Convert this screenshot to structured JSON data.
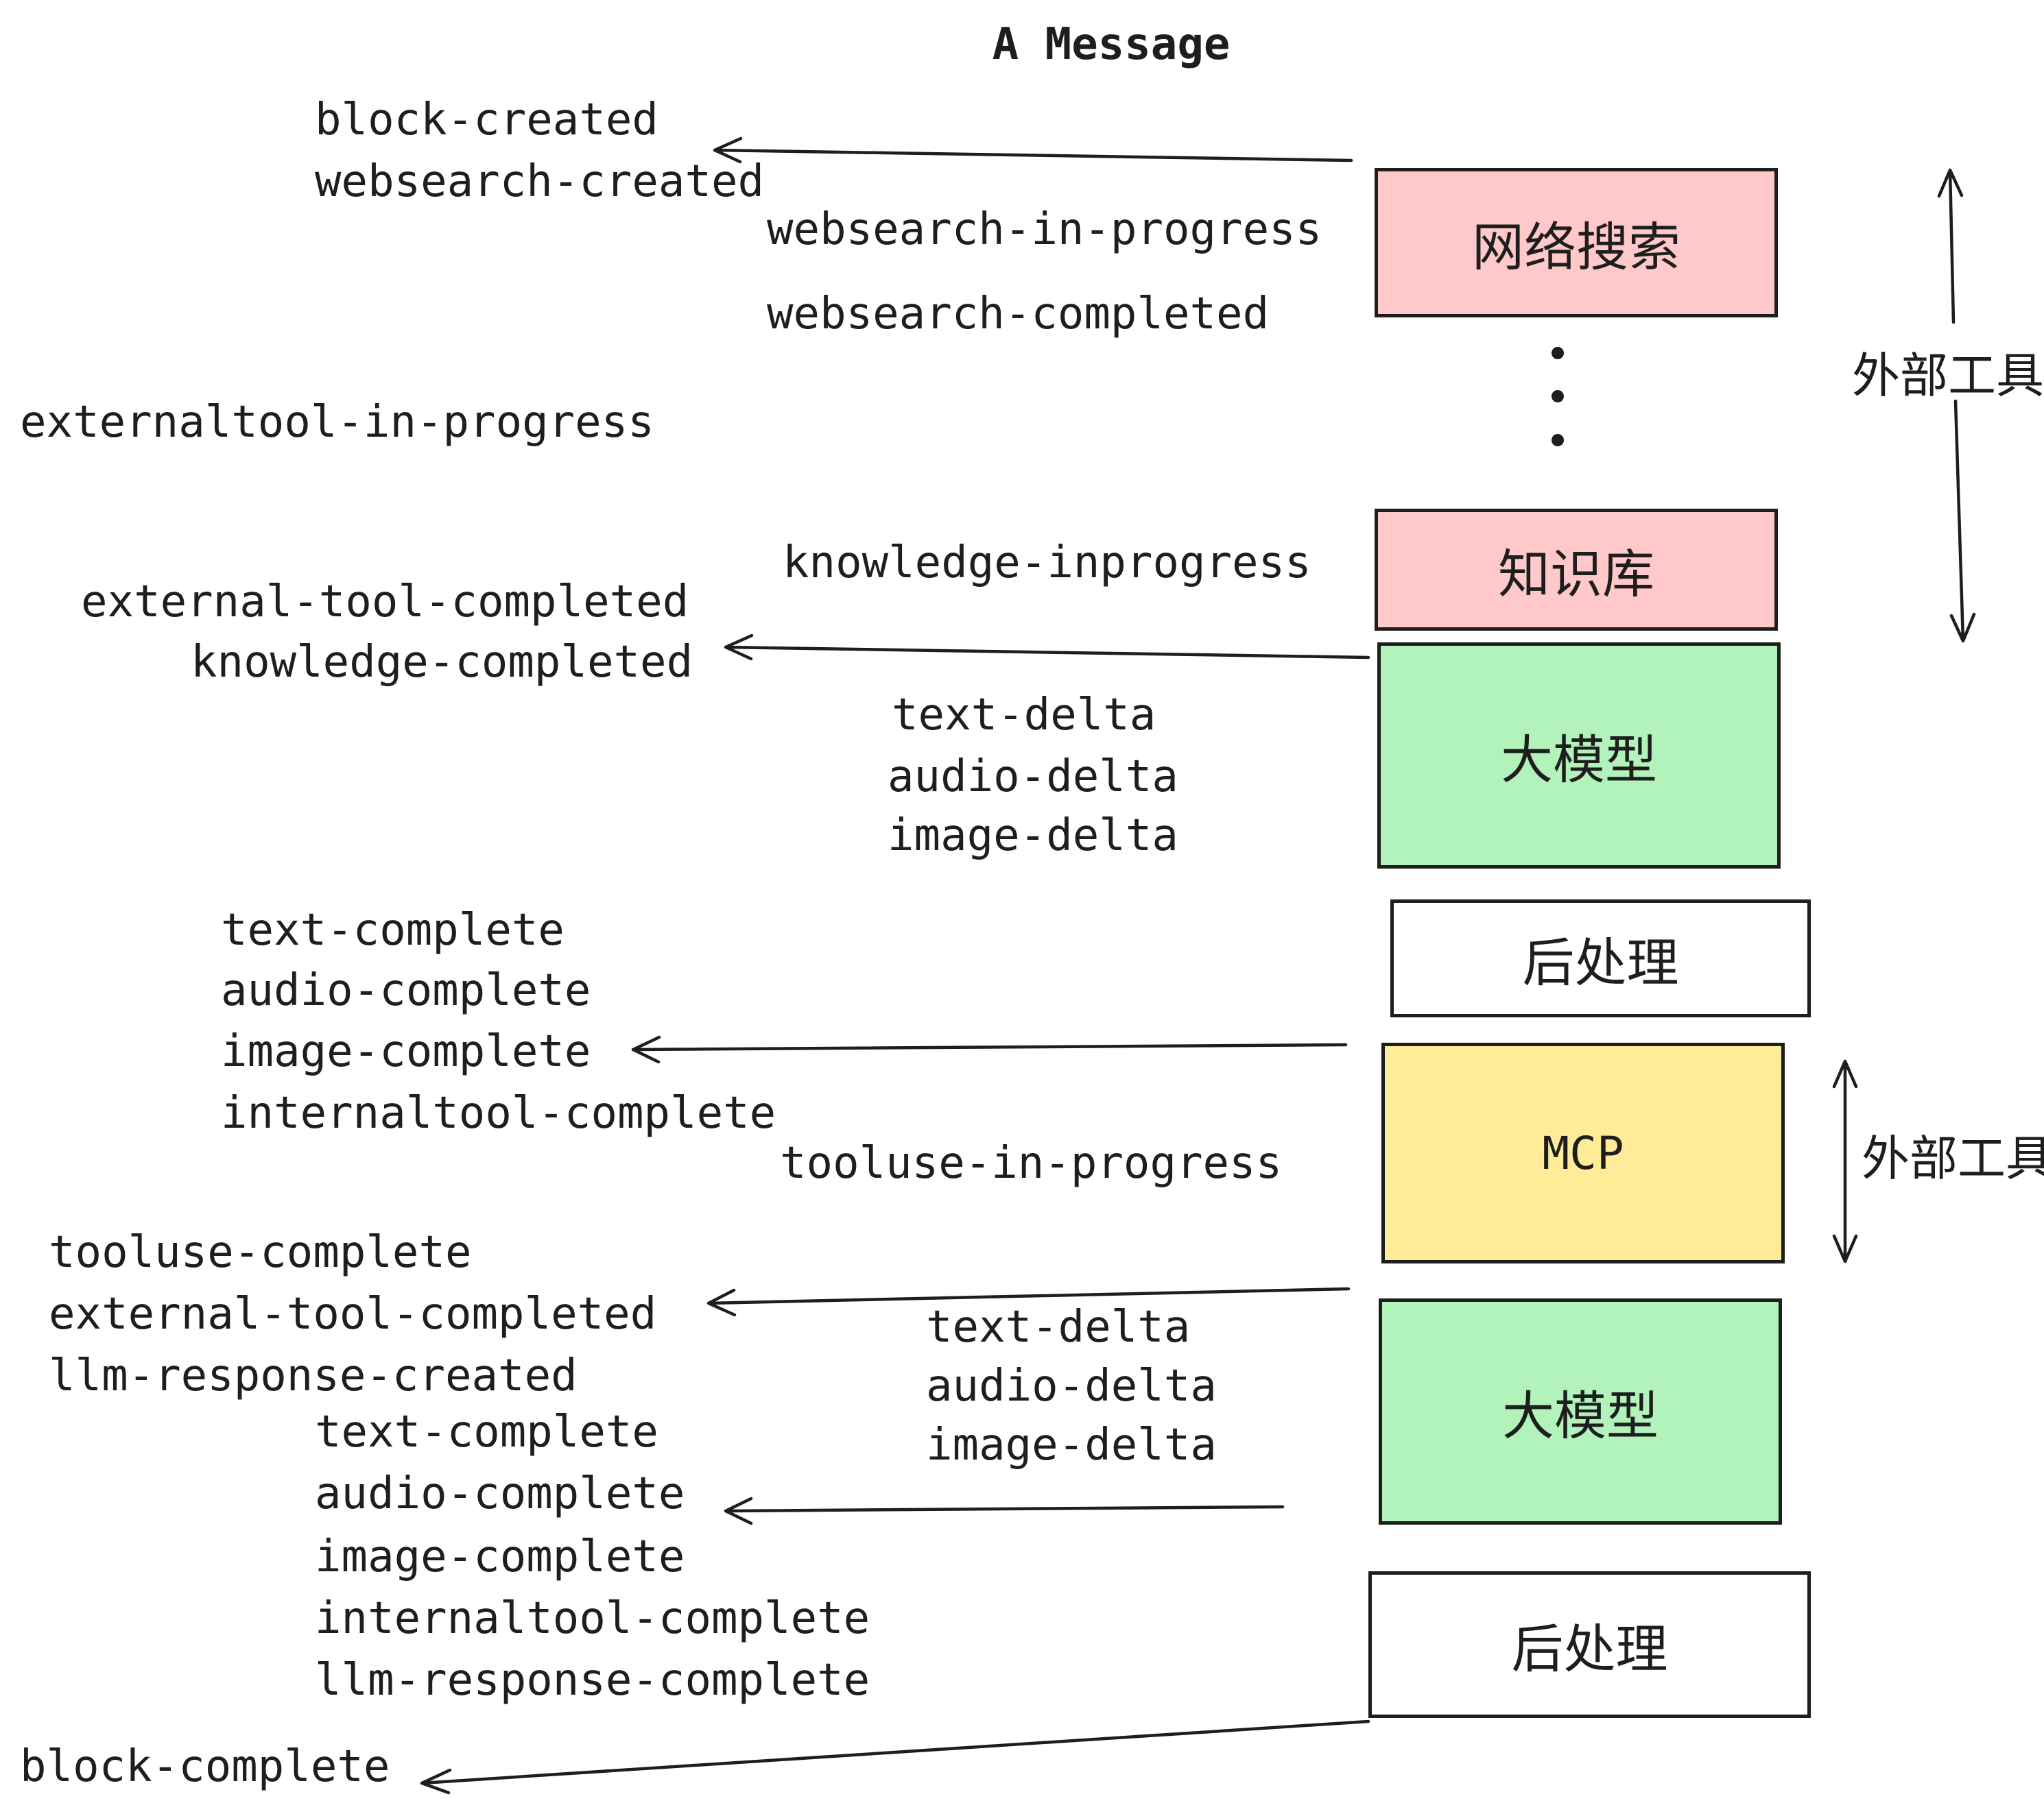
{
  "title": "A Message",
  "events": [
    "block-created",
    "websearch-created",
    "websearch-in-progress",
    "websearch-completed",
    "externaltool-in-progress",
    "knowledge-inprogress",
    "external-tool-completed",
    "knowledge-completed",
    "text-delta",
    "audio-delta",
    "image-delta",
    "text-complete",
    "audio-complete",
    "image-complete",
    "internaltool-complete",
    "tooluse-in-progress",
    "tooluse-complete",
    "external-tool-completed",
    "llm-response-created",
    "text-complete",
    "text-delta",
    "audio-delta",
    "image-delta",
    "audio-complete",
    "image-complete",
    "internaltool-complete",
    "llm-response-complete",
    "block-complete"
  ],
  "boxes": [
    {
      "label": "网络搜索",
      "color": "#ffc9c9"
    },
    {
      "label": "知识库",
      "color": "#ffc9c9"
    },
    {
      "label": "大模型",
      "color": "#b2f2bb"
    },
    {
      "label": "后处理",
      "color": "#ffffff"
    },
    {
      "label": "MCP",
      "color": "#ffec99"
    },
    {
      "label": "大模型",
      "color": "#b2f2bb"
    },
    {
      "label": "后处理",
      "color": "#ffffff"
    }
  ],
  "side_labels": [
    "外部工具",
    "外部工具"
  ],
  "colors": {
    "ink": "#1e1e1e",
    "pink": "#ffc9c9",
    "green": "#b2f2bb",
    "yellow": "#ffec99"
  }
}
